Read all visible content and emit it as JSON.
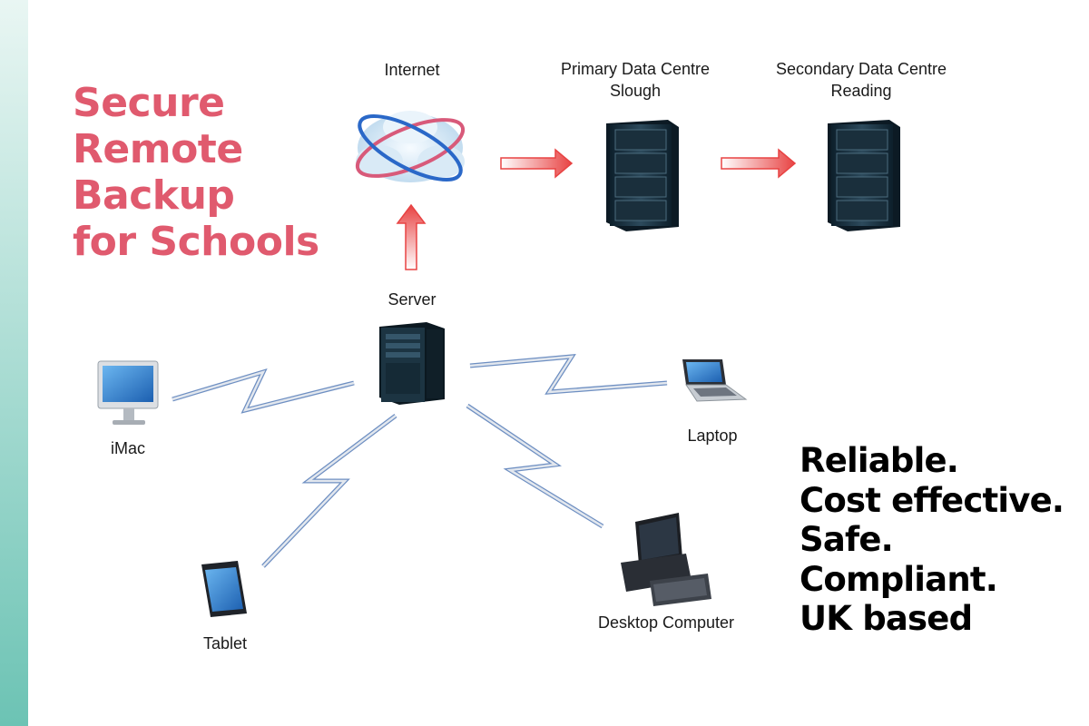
{
  "colors": {
    "headline": "#e05a6e",
    "tagline": "#000000",
    "strip_top": "#e9f6f3",
    "strip_bottom": "#6cc3b4",
    "arrow": "#e84343",
    "link": "#6e8fc2"
  },
  "headline": {
    "lines": [
      "Secure",
      "Remote",
      "Backup",
      "for Schools"
    ]
  },
  "tagline": {
    "lines": [
      "Reliable.",
      "Cost effective.",
      "Safe.",
      "Compliant.",
      "UK based"
    ]
  },
  "nodes": {
    "internet": {
      "label": "Internet",
      "icon": "cloud-globe-icon"
    },
    "primary": {
      "label_line1": "Primary Data Centre",
      "label_line2": "Slough",
      "icon": "server-rack-icon"
    },
    "secondary": {
      "label_line1": "Secondary Data Centre",
      "label_line2": "Reading",
      "icon": "server-rack-icon"
    },
    "server": {
      "label": "Server",
      "icon": "tower-server-icon"
    },
    "imac": {
      "label": "iMac",
      "icon": "imac-icon"
    },
    "laptop": {
      "label": "Laptop",
      "icon": "laptop-icon"
    },
    "tablet": {
      "label": "Tablet",
      "icon": "tablet-icon"
    },
    "desktop": {
      "label": "Desktop Computer",
      "icon": "desktop-computer-icon"
    }
  }
}
